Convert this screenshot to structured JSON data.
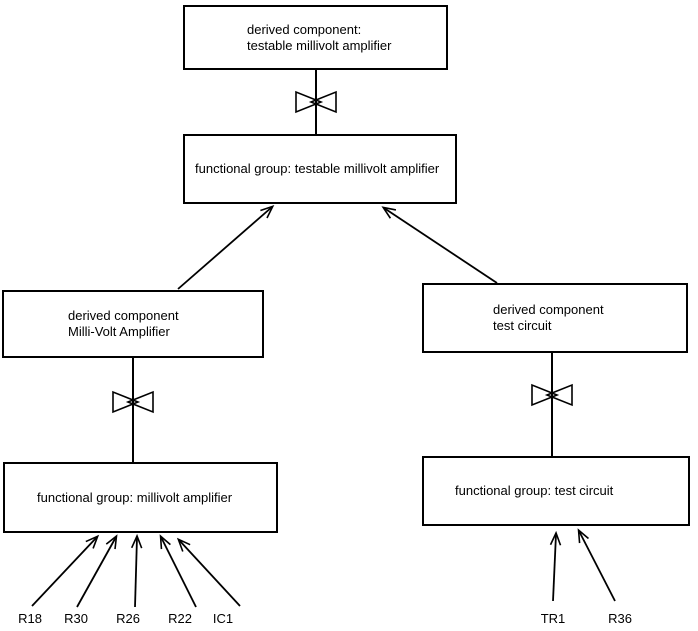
{
  "diagram": {
    "colors": {
      "background": "#ffffff",
      "line": "#000000",
      "text": "#000000"
    },
    "nodes": {
      "top_derived": {
        "line1": "derived component:",
        "line2": "testable millivolt amplifier"
      },
      "fg_testable": {
        "label": "functional group: testable millivolt amplifier"
      },
      "left_derived": {
        "line1": "derived component",
        "line2": "Milli-Volt Amplifier"
      },
      "right_derived": {
        "line1": "derived component",
        "line2": "test circuit"
      },
      "fg_millivolt": {
        "label": "functional group: millivolt amplifier"
      },
      "fg_testcircuit": {
        "label": "functional group: test circuit"
      }
    },
    "components": {
      "left": [
        "R18",
        "R30",
        "R26",
        "R22",
        "IC1"
      ],
      "right": [
        "TR1",
        "R36"
      ]
    }
  }
}
